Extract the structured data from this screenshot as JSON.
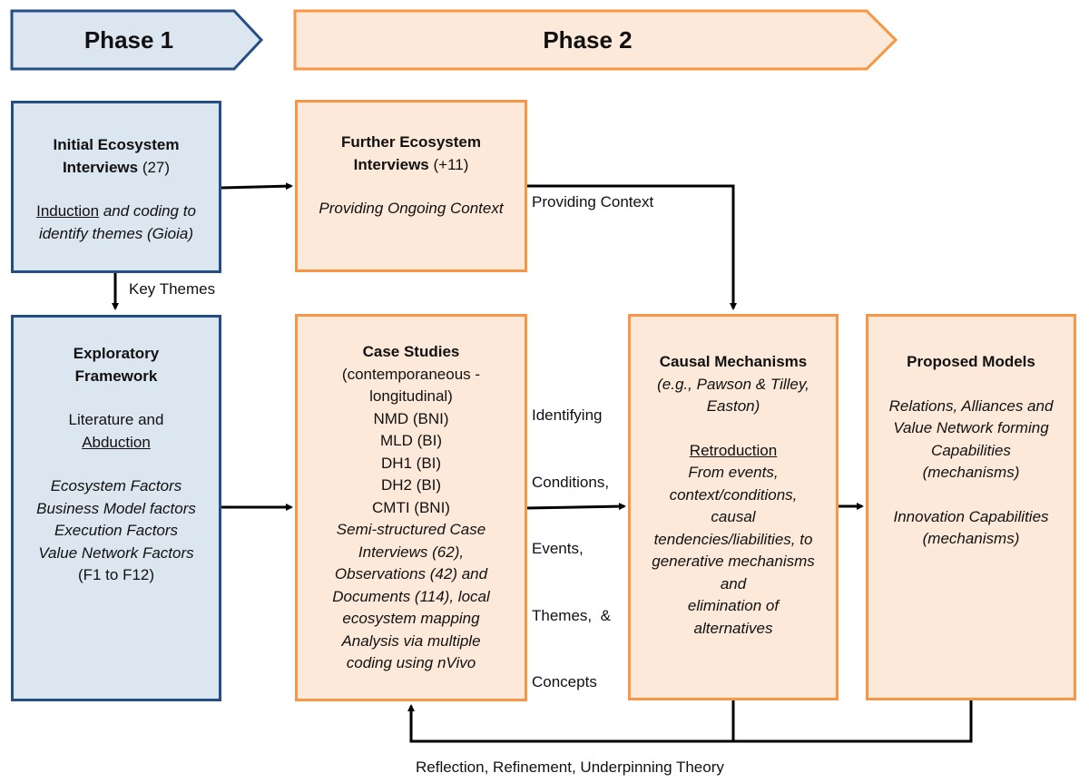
{
  "phases": {
    "phase1": "Phase 1",
    "phase2": "Phase 2"
  },
  "initial": {
    "title_line1": "Initial Ecosystem",
    "title_line2_bold": "Interviews",
    "title_line2_count": " (27)",
    "line3_u": "Induction",
    "line3_i": " and coding to",
    "line4": "identify themes (Gioia)"
  },
  "further": {
    "title_line1": "Further Ecosystem",
    "title_line2_bold": "Interviews",
    "title_line2_count": " (+11)",
    "subtitle": "Providing Ongoing Context"
  },
  "exploratory": {
    "title_line1": "Exploratory",
    "title_line2": "Framework",
    "line1": "Literature and",
    "line2": "Abduction",
    "factors": [
      "Ecosystem Factors",
      "Business Model factors",
      "Execution Factors",
      "Value Network Factors"
    ],
    "range": "(F1 to F12)"
  },
  "case": {
    "title": "Case Studies",
    "sub1": "(contemporaneous  -",
    "sub2": "longitudinal)",
    "cases": [
      "NMD (BNI)",
      "MLD (BI)",
      "DH1 (BI)",
      "DH2 (BI)",
      "CMTI (BNI)"
    ],
    "details": [
      "Semi-structured Case",
      "Interviews (62),",
      "Observations (42) and",
      "Documents (114), local",
      "ecosystem mapping",
      "Analysis via multiple",
      "coding using nVivo"
    ]
  },
  "causal": {
    "title": "Causal Mechanisms",
    "sub1": "(e.g., Pawson & Tilley,",
    "sub2": "Easton)",
    "retro": "Retroduction",
    "lines": [
      "From events,",
      "context/conditions,",
      "causal",
      "tendencies/liabilities, to",
      "generative mechanisms",
      "and",
      "elimination of",
      "alternatives"
    ]
  },
  "proposed": {
    "title": "Proposed Models",
    "lines1": [
      "Relations, Alliances and",
      "Value Network forming",
      "Capabilities",
      "(mechanisms)"
    ],
    "lines2": [
      "Innovation Capabilities",
      "(mechanisms)"
    ]
  },
  "labels": {
    "key_themes": "Key Themes",
    "providing_context": "Providing Context",
    "identifying": [
      "Identifying",
      "Conditions,",
      "Events,",
      "Themes,  &",
      "Concepts"
    ],
    "feedback": "Reflection, Refinement, Underpinning Theory"
  },
  "colors": {
    "blue_fill": "#dce6f1",
    "blue_border": "#254e85",
    "orange_fill": "#fde9d9",
    "orange_border": "#f79646",
    "arrow": "#000000"
  }
}
